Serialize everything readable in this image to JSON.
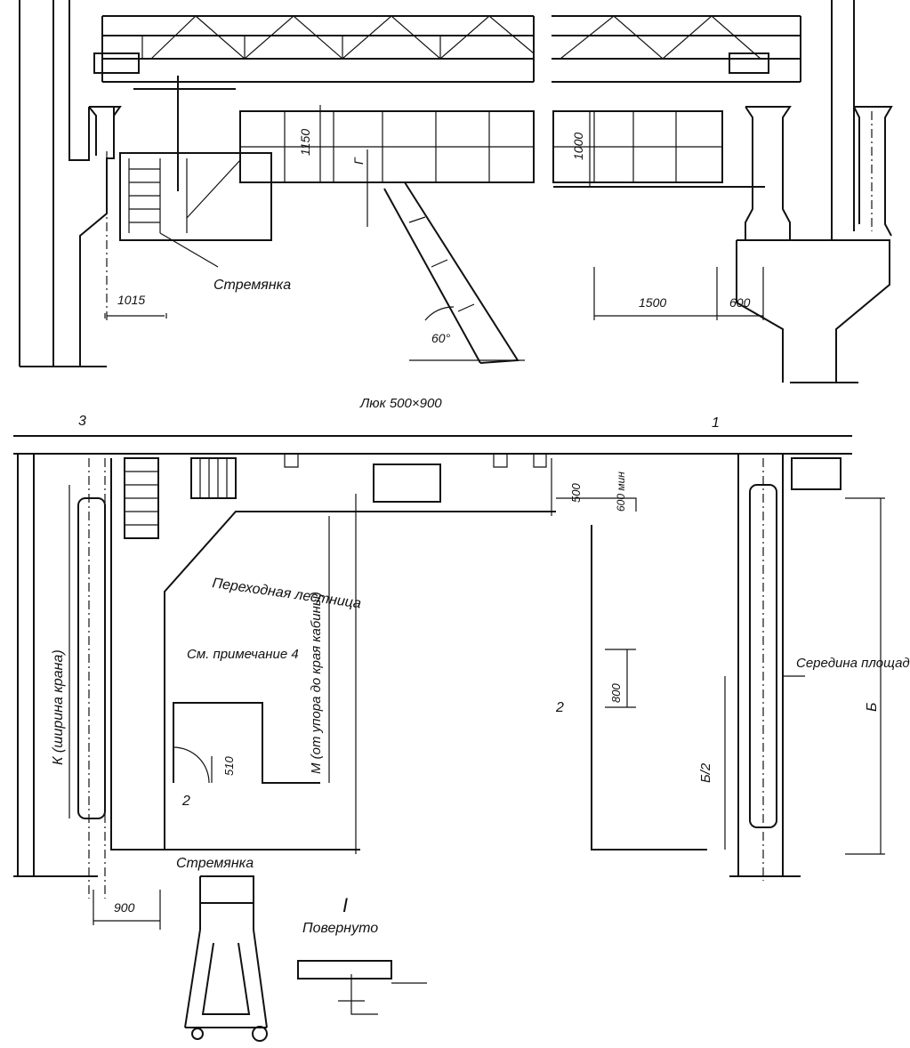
{
  "labels": {
    "stepladder_top": "Стремянка",
    "dim_1015": "1015",
    "dim_1150": "1150",
    "dim_G": "Г",
    "dim_1000": "1000",
    "dim_1500": "1500",
    "dim_600_top": "600",
    "angle_60": "60°",
    "hatch": "Люк 500×900",
    "callout_1": "1",
    "callout_3": "3",
    "dim_500": "500",
    "dim_600_min": "600 мин",
    "transition_ladder": "Переходная лестница",
    "crane_width": "К (ширина крана)",
    "see_note": "См. примечание 4",
    "dim_M": "М (от упора до края кабины)",
    "dim_510": "510",
    "callout_2_left": "2",
    "callout_2_right": "2",
    "dim_800": "800",
    "platform_middle": "Середина площадки",
    "dim_B": "Б",
    "dim_B2": "Б/2",
    "dim_900": "900",
    "stepladder_bottom": "Стремянка",
    "detail_I": "I",
    "rotated": "Повернуто"
  }
}
